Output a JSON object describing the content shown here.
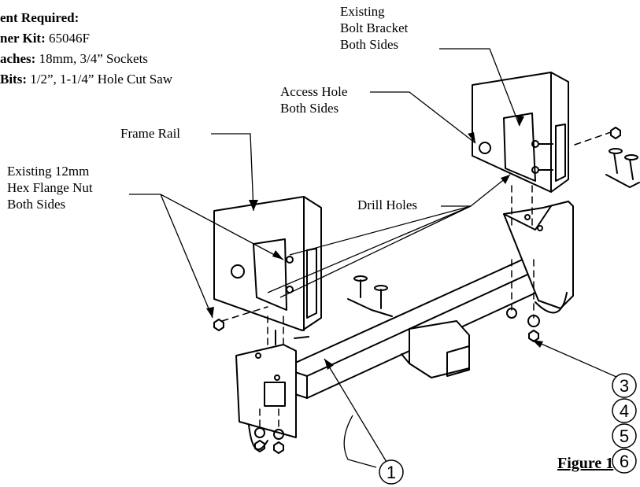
{
  "required": {
    "heading": "ent Required:",
    "lines": [
      {
        "key": "ner Kit:",
        "value": " 65046F"
      },
      {
        "key": "aches:",
        "value": "  18mm, 3/4” Sockets"
      },
      {
        "key": "Bits:",
        "value": " 1/2”, 1-1/4” Hole Cut Saw"
      }
    ]
  },
  "labels": {
    "existing_bolt_bracket": [
      "Existing",
      "Bolt Bracket",
      "Both Sides"
    ],
    "access_hole": [
      "Access Hole",
      "Both Sides"
    ],
    "frame_rail": "Frame Rail",
    "existing_nut": [
      "Existing 12mm",
      "Hex Flange Nut",
      "Both Sides"
    ],
    "drill_holes": "Drill Holes"
  },
  "callouts": [
    "1",
    "3",
    "4",
    "5",
    "6"
  ],
  "figure_caption": "Figure 1"
}
